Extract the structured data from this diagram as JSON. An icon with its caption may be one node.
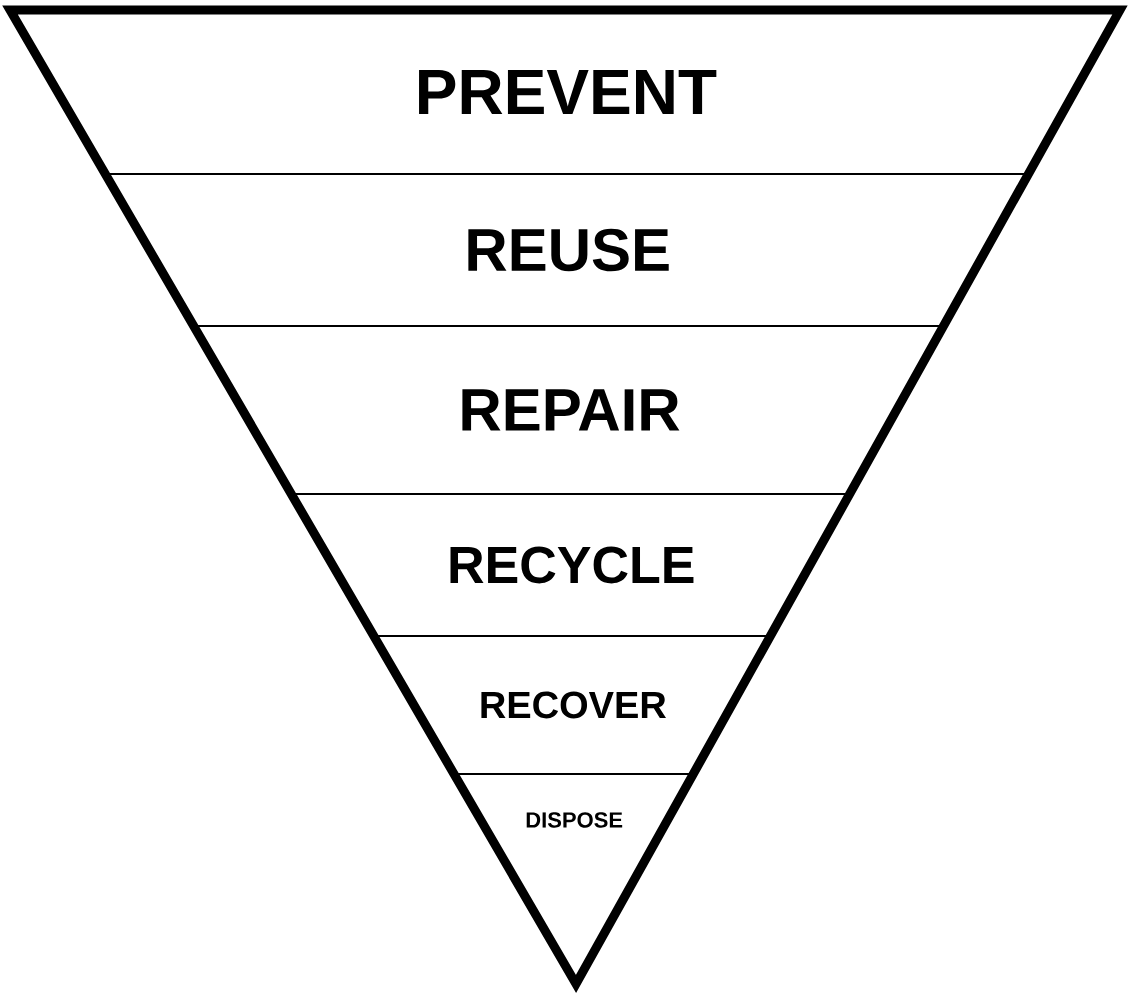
{
  "diagram": {
    "nodes": [
      {
        "text": [
          "PREVENT"
        ]
      },
      {
        "text": [
          "REUSE"
        ]
      },
      {
        "text": [
          "REPAIR"
        ]
      },
      {
        "text": [
          "RECYCLE"
        ]
      },
      {
        "text": [
          "RECOVER"
        ]
      },
      {
        "text": [
          "DISPOSE"
        ]
      }
    ]
  }
}
